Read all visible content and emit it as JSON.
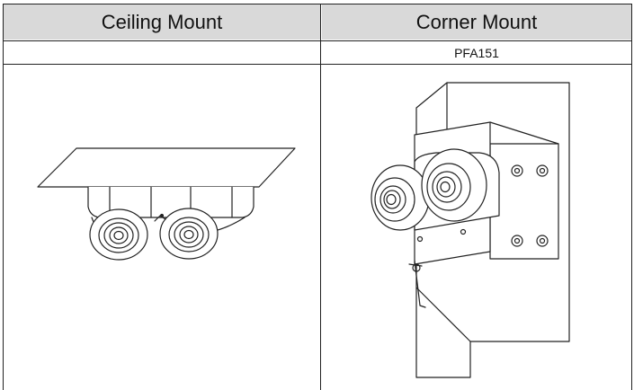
{
  "table": {
    "columns": [
      {
        "header": "Ceiling Mount",
        "model": "",
        "image_icon": "ceiling-mount-dual-dome-camera"
      },
      {
        "header": "Corner Mount",
        "model": "PFA151",
        "image_icon": "corner-mount-dual-dome-camera"
      }
    ]
  }
}
